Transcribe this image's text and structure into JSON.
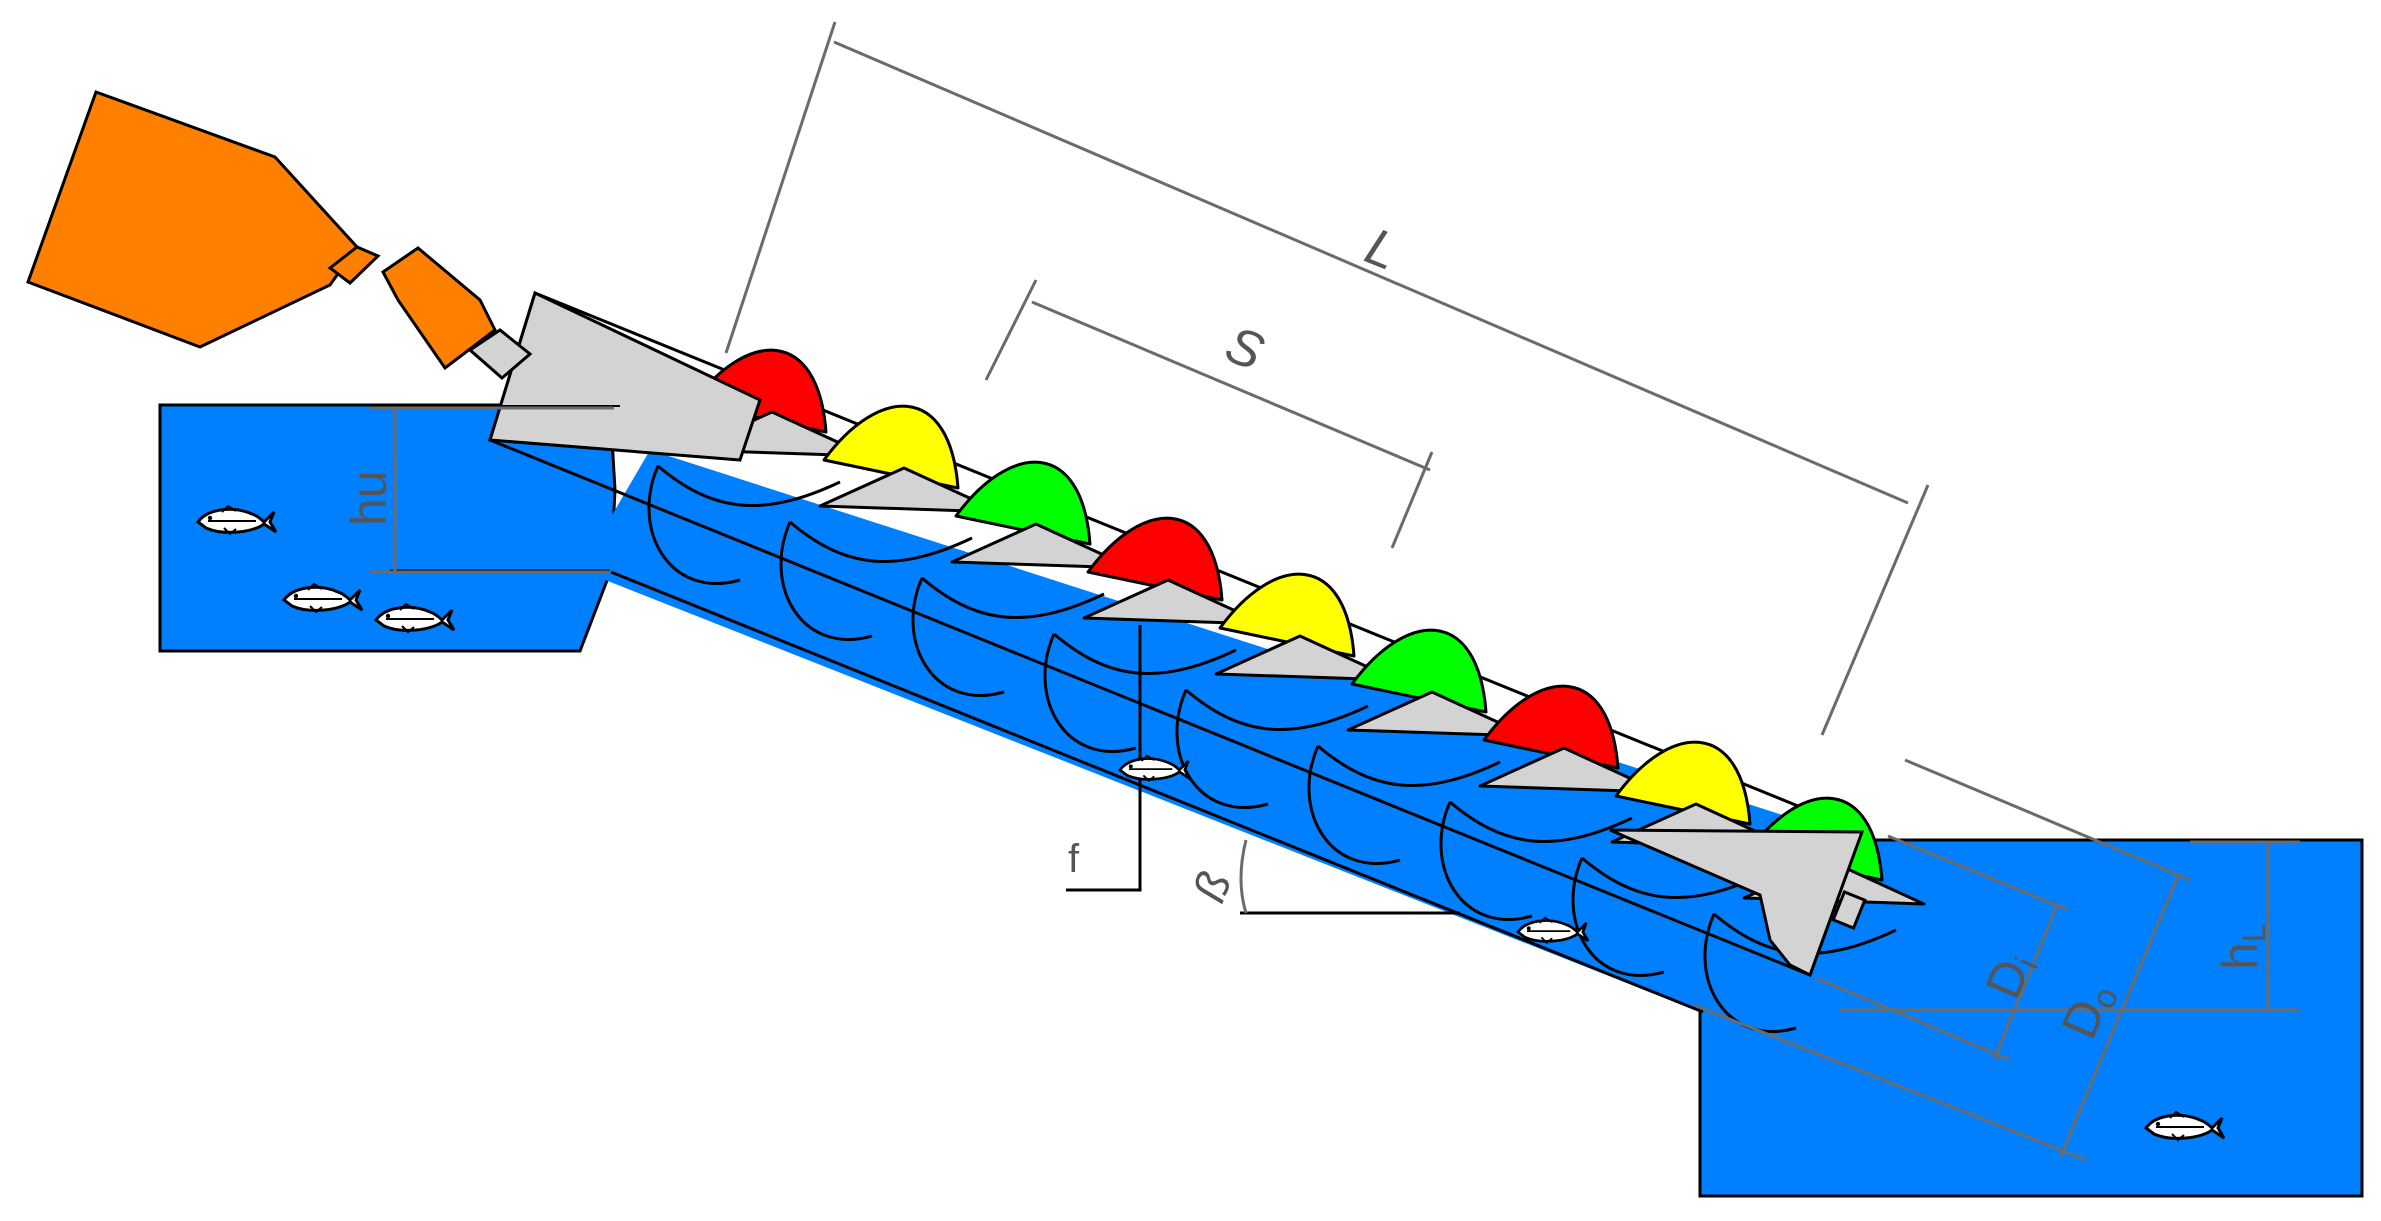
{
  "diagram": {
    "labels": {
      "length": "L",
      "spacing": "S",
      "upper_water_depth": "hu",
      "lower_water_depth": "hL",
      "lower_water_depth_main": "h",
      "lower_water_depth_sub": "L",
      "inner_diameter_main": "D",
      "inner_diameter_sub": "i",
      "outer_diameter_main": "D",
      "outer_diameter_sub": "o",
      "gap": "f",
      "angle": "ß"
    },
    "blade_colors": [
      "#ff0000",
      "#ffff00",
      "#00ff00"
    ],
    "colors": {
      "water": "#0080ff",
      "motor": "#ff8000",
      "casing": "#d3d3d3",
      "dimension": "#6b6b6b"
    },
    "icons": [
      "fish-icon"
    ]
  }
}
